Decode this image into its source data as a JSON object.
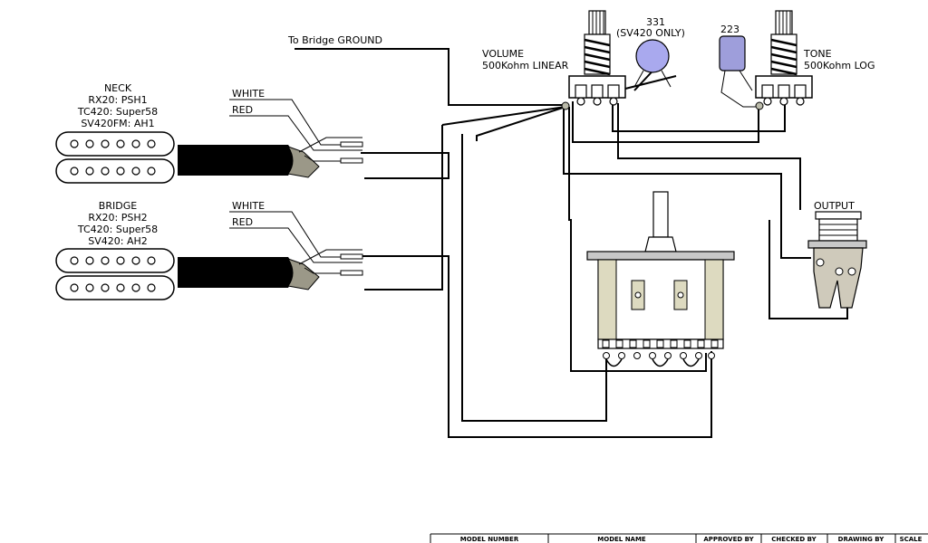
{
  "labels": {
    "bridge_ground": "To Bridge GROUND",
    "volume_line1": "VOLUME",
    "volume_line2": "500Kohm LINEAR",
    "cap1_value": "331",
    "cap1_note": "(SV420 ONLY)",
    "cap2_value": "223",
    "tone_line1": "TONE",
    "tone_line2": "500Kohm LOG",
    "output": "OUTPUT"
  },
  "pickups": {
    "neck": {
      "title": "NECK",
      "models": [
        "RX20: PSH1",
        "TC420: Super58",
        "SV420FM: AH1"
      ],
      "wire_white": "WHITE",
      "wire_red": "RED"
    },
    "bridge": {
      "title": "BRIDGE",
      "models": [
        "RX20: PSH2",
        "TC420: Super58",
        "SV420: AH2"
      ],
      "wire_white": "WHITE",
      "wire_red": "RED"
    }
  },
  "title_block": {
    "model_number": "MODEL NUMBER",
    "model_name": "MODEL NAME",
    "approved_by": "APPROVED BY",
    "checked_by": "CHECKED BY",
    "drawing_by": "DRAWING BY",
    "scale": "SCALE"
  },
  "colors": {
    "wire": "#000000",
    "cable": "#000000",
    "braid": "#9b9888",
    "cap_ceramic": "#a9a9ee",
    "cap_film": "#9e9edb",
    "switch_body": "#dddac0",
    "switch_plate": "#c8c8c8",
    "jack_body": "#cfcabb"
  }
}
